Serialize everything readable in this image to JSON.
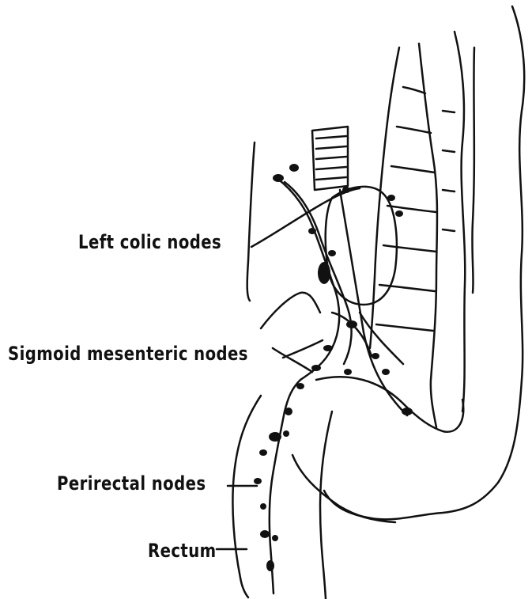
{
  "labels": {
    "left_colic": "Left colic nodes",
    "sigmoid": "Sigmoid mesenteric nodes",
    "perirectal": "Perirectal nodes",
    "rectum": "Rectum"
  },
  "colors": {
    "ink": "#111111",
    "background": "#ffffff"
  }
}
